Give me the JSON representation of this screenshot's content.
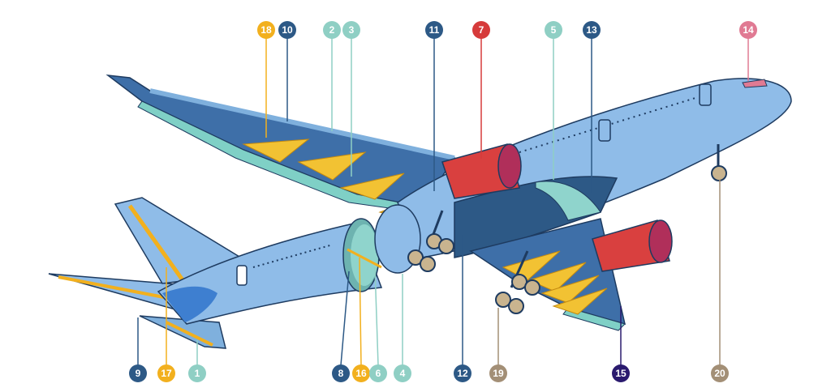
{
  "callouts": [
    {
      "label": "18",
      "color": "#f2b01e"
    },
    {
      "label": "10",
      "color": "#2d5986"
    },
    {
      "label": "2",
      "color": "#8fcfc4"
    },
    {
      "label": "3",
      "color": "#8fcfc4"
    },
    {
      "label": "11",
      "color": "#2d5986"
    },
    {
      "label": "7",
      "color": "#d63b3b"
    },
    {
      "label": "5",
      "color": "#8fcfc4"
    },
    {
      "label": "13",
      "color": "#2d5986"
    },
    {
      "label": "14",
      "color": "#e07a93"
    },
    {
      "label": "9",
      "color": "#2d5986"
    },
    {
      "label": "17",
      "color": "#f2b01e"
    },
    {
      "label": "1",
      "color": "#8fcfc4"
    },
    {
      "label": "8",
      "color": "#2d5986"
    },
    {
      "label": "16",
      "color": "#f2b01e"
    },
    {
      "label": "6",
      "color": "#8fcfc4"
    },
    {
      "label": "4",
      "color": "#8fcfc4"
    },
    {
      "label": "12",
      "color": "#2d5986"
    },
    {
      "label": "19",
      "color": "#a38f76"
    },
    {
      "label": "15",
      "color": "#2a1a6e"
    },
    {
      "label": "20",
      "color": "#a38f76"
    }
  ],
  "colors": {
    "fuselage": "#8fbce8",
    "wing_lower": "#3e6fa8",
    "wing_edge": "#7fd0c6",
    "engine": "#d9403f",
    "gear": "#c9b48f",
    "flap_track": "#f2c233",
    "outline": "#1e3b60"
  }
}
